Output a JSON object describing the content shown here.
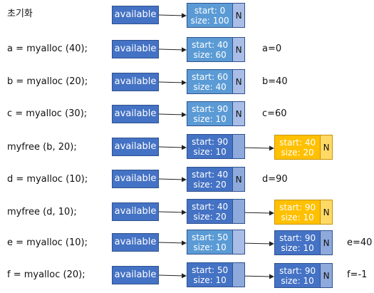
{
  "available_label": "available",
  "null_label": "N",
  "rows": [
    {
      "label": "초기화",
      "node1": {
        "start": "start: 0",
        "size": "size: 100",
        "pointer": "N"
      },
      "result": ""
    },
    {
      "label": "a = myalloc (40);",
      "node1": {
        "start": "start: 40",
        "size": "size: 60",
        "pointer": "N"
      },
      "result": "a=0"
    },
    {
      "label": "b = myalloc (20);",
      "node1": {
        "start": "start: 60",
        "size": "size: 40",
        "pointer": "N"
      },
      "result": "b=40"
    },
    {
      "label": "c = myalloc (30);",
      "node1": {
        "start": "start: 90",
        "size": "size: 10",
        "pointer": "N"
      },
      "result": "c=60"
    },
    {
      "label": "myfree (b, 20);",
      "node1": {
        "start": "start: 90",
        "size": "size: 10",
        "pointer": ""
      },
      "node2": {
        "start": "start: 40",
        "size": "size: 20",
        "pointer": "N"
      },
      "result": ""
    },
    {
      "label": "d = myalloc (10);",
      "node1": {
        "start": "start: 40",
        "size": "size: 20",
        "pointer": "N"
      },
      "result": "d=90"
    },
    {
      "label": "myfree (d, 10);",
      "node1": {
        "start": "start: 40",
        "size": "size: 20",
        "pointer": ""
      },
      "node2": {
        "start": "start: 90",
        "size": "size: 10",
        "pointer": "N"
      },
      "result": ""
    },
    {
      "label": "e = myalloc (10);",
      "node1": {
        "start": "start: 50",
        "size": "size: 10",
        "pointer": ""
      },
      "node2": {
        "start": "start: 90",
        "size": "size: 10",
        "pointer": "N"
      },
      "result": "e=40"
    },
    {
      "label": "f = myalloc (20);",
      "node1": {
        "start": "start: 50",
        "size": "size: 10",
        "pointer": ""
      },
      "node2": {
        "start": "start: 90",
        "size": "size: 10",
        "pointer": "N"
      },
      "result": "f=-1"
    }
  ]
}
